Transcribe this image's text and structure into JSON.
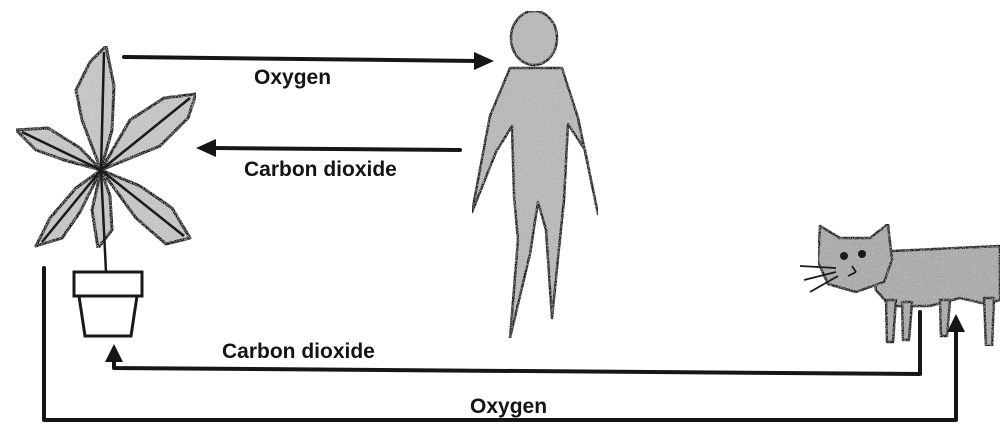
{
  "labels": {
    "oxygen_plant_to_person": "Oxygen",
    "co2_person_to_plant": "Carbon dioxide",
    "co2_cat_to_plant": "Carbon dioxide",
    "oxygen_plant_to_cat": "Oxygen"
  },
  "colors": {
    "ink": "#161616",
    "figure_fill": "#b9b9b9",
    "background": "#ffffff"
  },
  "icons": {
    "plant": "potted-plant-icon",
    "person": "person-icon",
    "cat": "cat-icon"
  }
}
